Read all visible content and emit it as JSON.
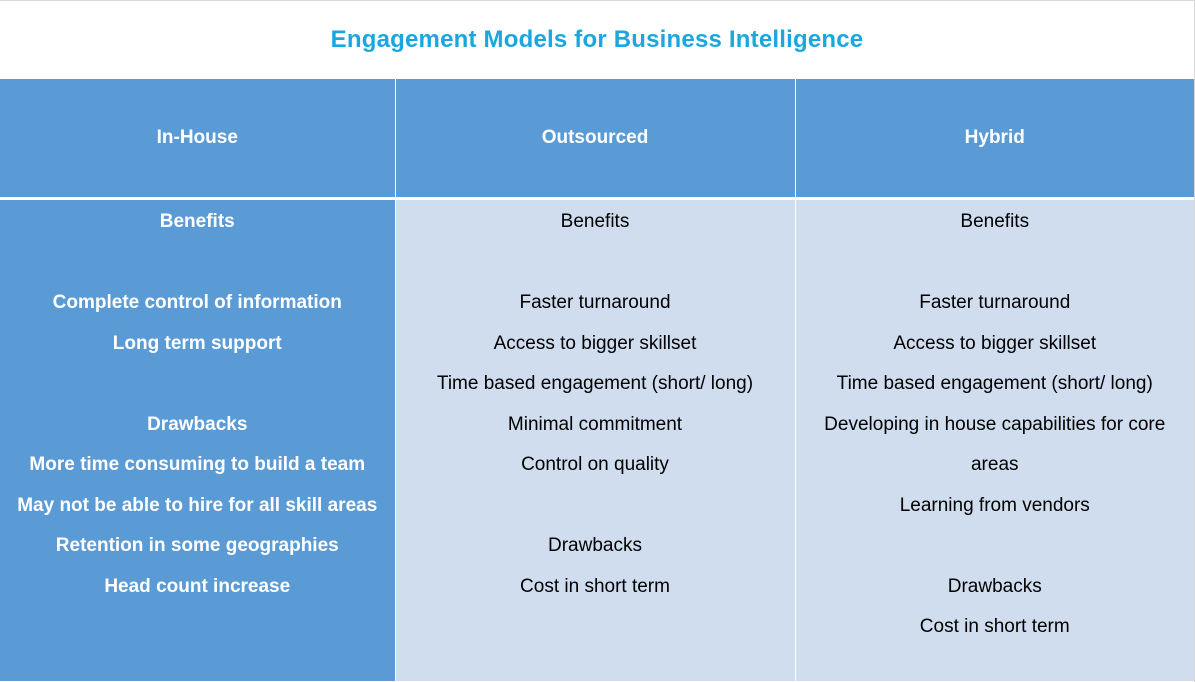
{
  "title": "Engagement Models for Business Intelligence",
  "colors": {
    "title": "#1aa7e0",
    "header_bg": "#5b9bd5",
    "light_bg": "#cfddee",
    "header_text": "#ffffff"
  },
  "columns": [
    {
      "label": "In-House",
      "lines": [
        "Benefits",
        "",
        "Complete control of information",
        "Long term support",
        "",
        "Drawbacks",
        "More time consuming to build a team",
        "May not be able to hire for all skill areas",
        "Retention in some geographies",
        "Head count increase"
      ]
    },
    {
      "label": "Outsourced",
      "lines": [
        "Benefits",
        "",
        "Faster turnaround",
        "Access to bigger skillset",
        "Time based engagement (short/ long)",
        "Minimal commitment",
        "Control on quality",
        "",
        "Drawbacks",
        "Cost in short term"
      ]
    },
    {
      "label": "Hybrid",
      "lines": [
        "Benefits",
        "",
        "Faster turnaround",
        "Access to bigger skillset",
        "Time based engagement (short/ long)",
        "Developing in house capabilities for core",
        "areas",
        "Learning from vendors",
        "",
        "Drawbacks",
        "Cost in short term"
      ]
    }
  ]
}
